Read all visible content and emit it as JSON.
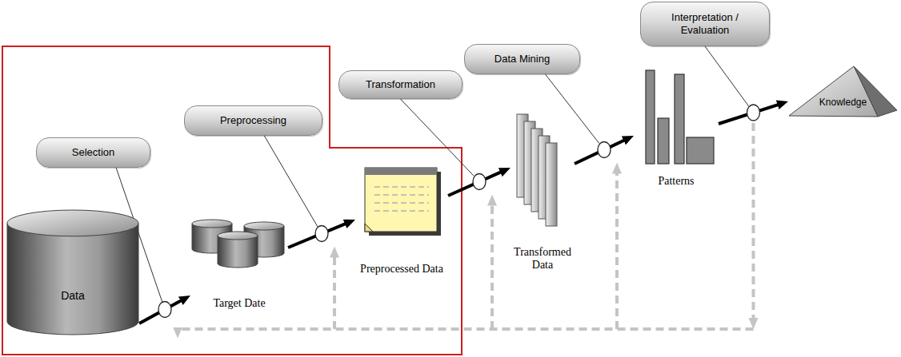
{
  "diagram": {
    "nodes": [
      {
        "text": [
          "Data"
        ]
      },
      {
        "text": [
          "Selection"
        ]
      },
      {
        "text": [
          "Target Date"
        ]
      },
      {
        "text": [
          "Preprocessing"
        ]
      },
      {
        "text": [
          "Preprocessed Data"
        ]
      },
      {
        "text": [
          "Transformation"
        ]
      },
      {
        "text": [
          "Transformed Data"
        ]
      },
      {
        "text": [
          "Data Mining"
        ]
      },
      {
        "text": [
          "Patterns"
        ]
      },
      {
        "text": [
          "Interpretation / Evaluation"
        ]
      },
      {
        "text": [
          "Knowledge"
        ]
      }
    ],
    "edges": [
      {
        "from": 0,
        "to": 2,
        "arrow": "to"
      },
      {
        "from": 2,
        "to": 4,
        "arrow": "to"
      },
      {
        "from": 4,
        "to": 6,
        "arrow": "to"
      },
      {
        "from": 6,
        "to": 8,
        "arrow": "to"
      },
      {
        "from": 8,
        "to": 10,
        "arrow": "to"
      }
    ]
  }
}
